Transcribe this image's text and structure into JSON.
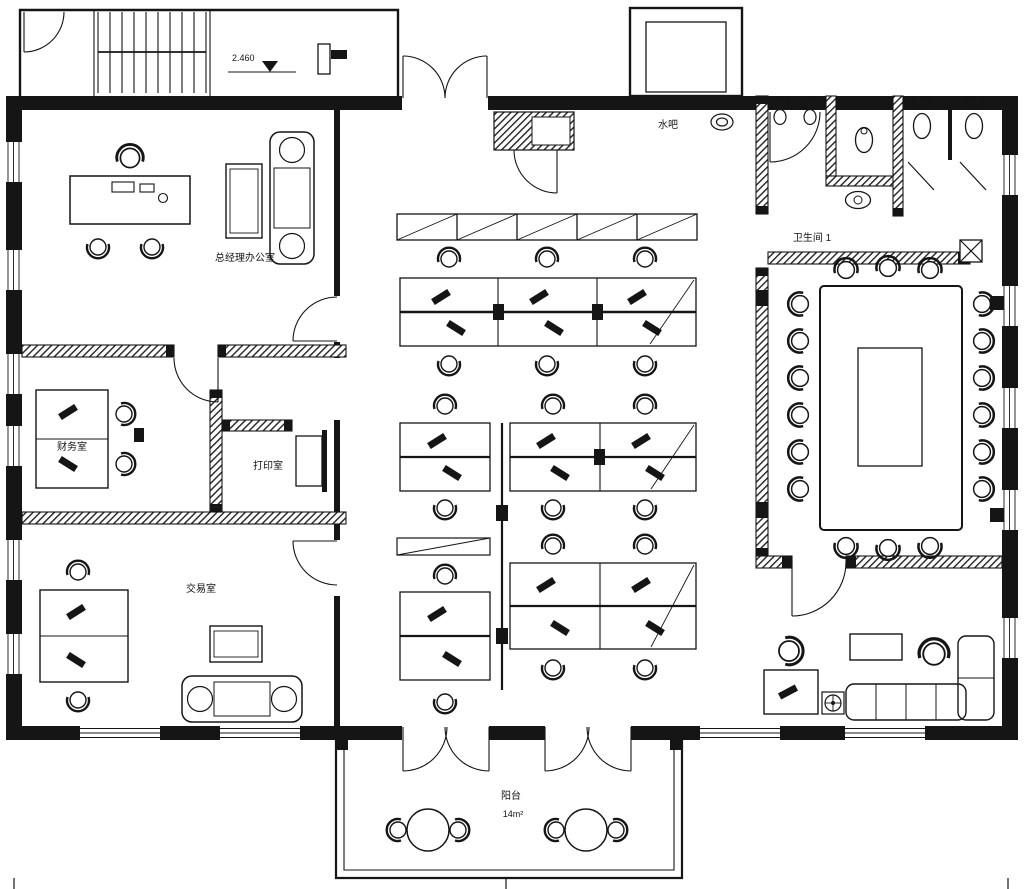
{
  "plan": {
    "labels": {
      "elevation_mark": "2.460",
      "gm_office": "总经理办公室",
      "finance_room": "财务室",
      "print_room": "打印室",
      "trading_room": "交易室",
      "water_bar": "水吧",
      "restroom": "卫生间 1",
      "balcony": "阳台",
      "balcony_area": "14m²"
    },
    "colors": {
      "ink": "#151515",
      "paper": "#ffffff"
    }
  }
}
